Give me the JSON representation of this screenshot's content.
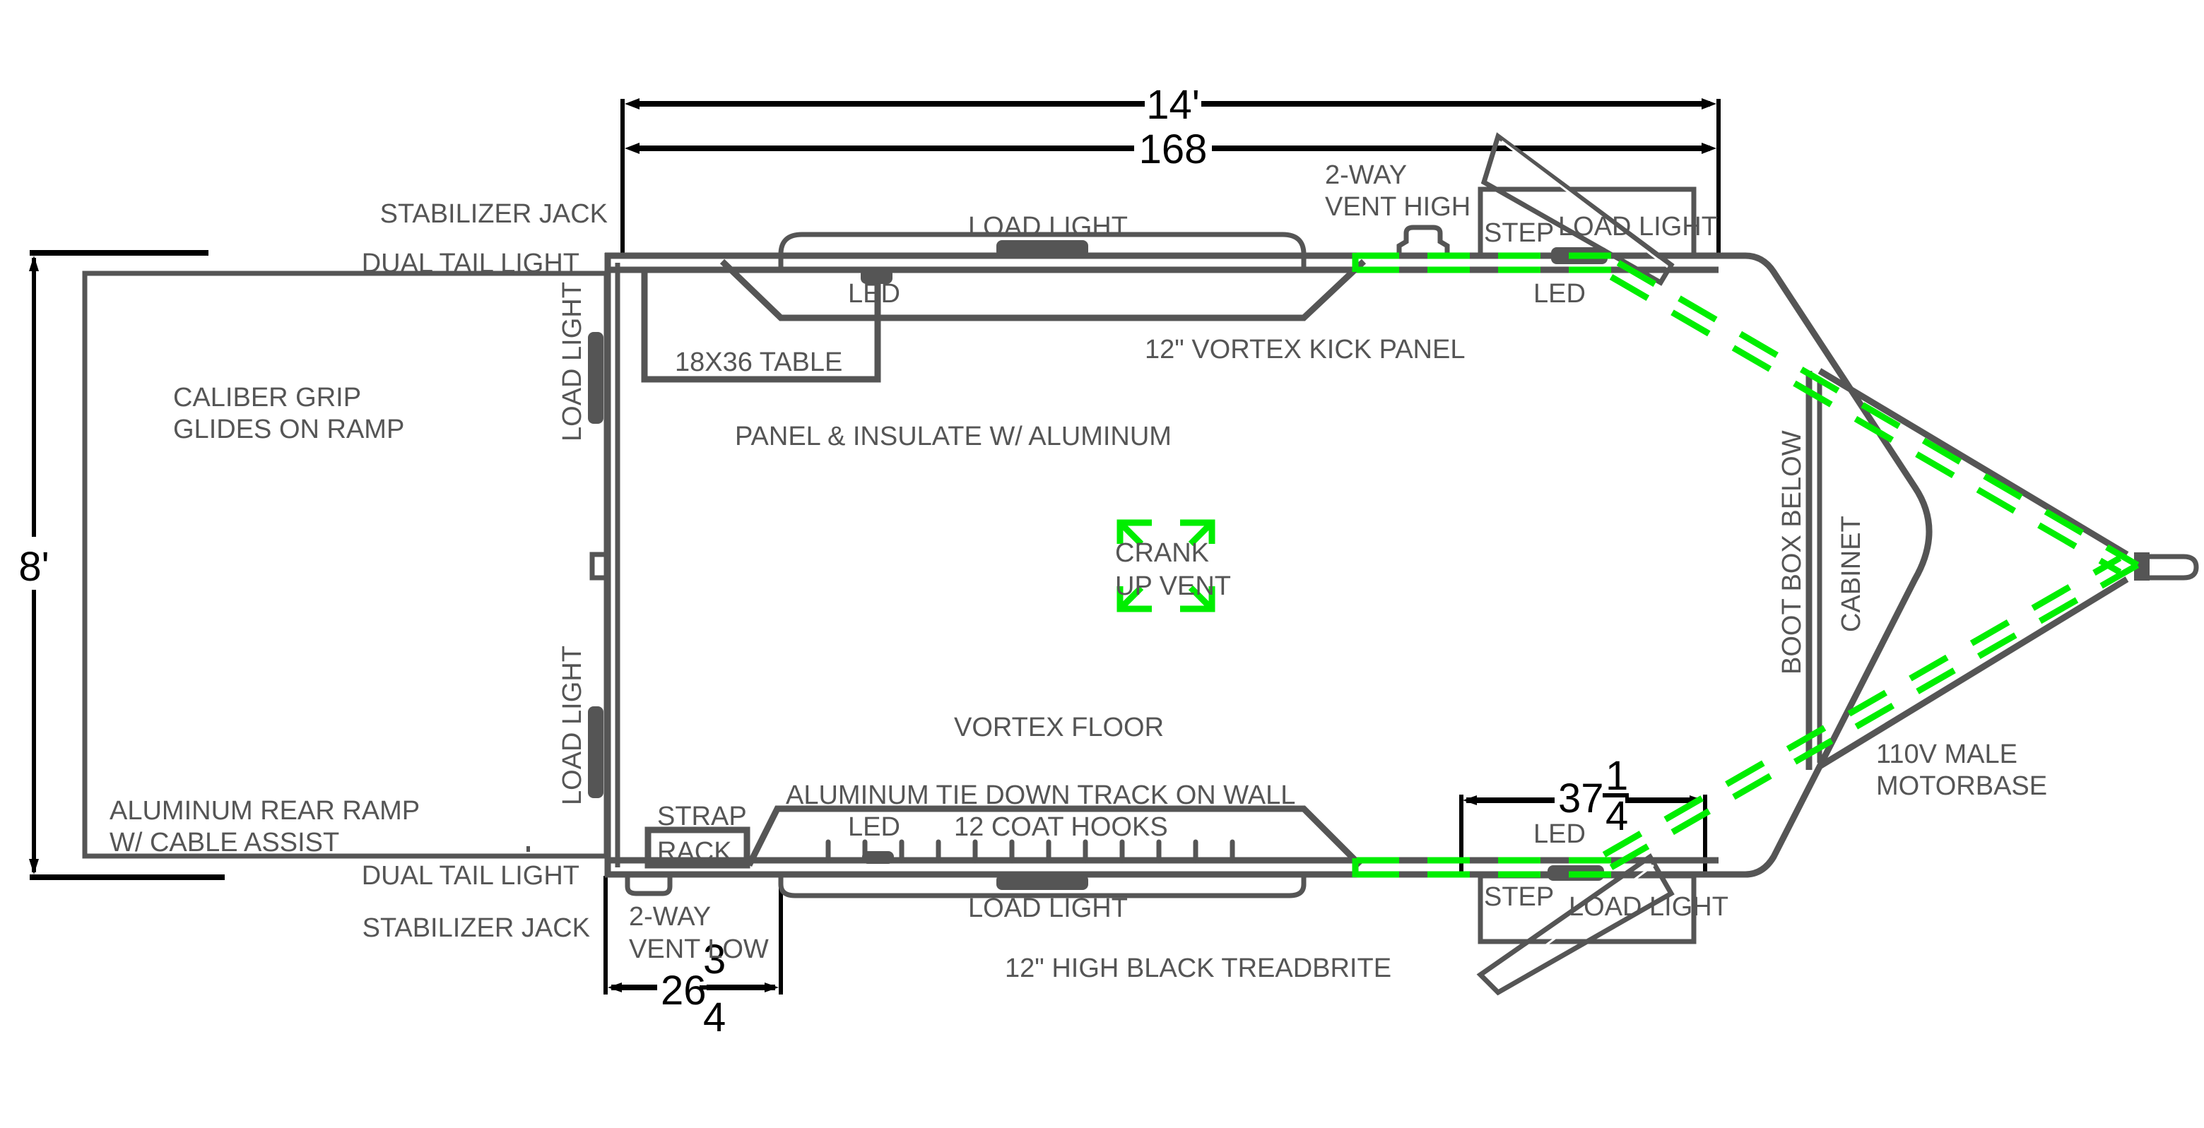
{
  "diagram": {
    "title": "Enclosed trailer floor plan",
    "colors": {
      "outline": "#555555",
      "dimension": "#000000",
      "wiring": "#00ee00",
      "background": "#ffffff"
    },
    "dimensions": {
      "overall_length_ft": "14'",
      "overall_length_in": "168",
      "width_ft": "8'",
      "rear_section_whole": "26",
      "rear_section_num": "3",
      "rear_section_den": "4",
      "step_section_whole": "37",
      "step_section_num": "1",
      "step_section_den": "4"
    },
    "labels": {
      "stabilizer_jack_top": "STABILIZER JACK",
      "dual_tail_light_top": "DUAL TAIL LIGHT",
      "caliber_grip_1": "CALIBER GRIP",
      "caliber_grip_2": "GLIDES ON RAMP",
      "load_light_rear_top": "LOAD LIGHT",
      "load_light_rear_bottom": "LOAD LIGHT",
      "aluminum_rear_ramp_1": "ALUMINUM REAR RAMP",
      "aluminum_rear_ramp_2": "W/ CABLE ASSIST",
      "dual_tail_light_bottom": "DUAL TAIL LIGHT",
      "stabilizer_jack_bottom": "STABILIZER JACK",
      "load_light_top": "LOAD LIGHT",
      "led_top_left": "LED",
      "table": "18X36 TABLE",
      "vent_high_1": "2-WAY",
      "vent_high_2": "VENT HIGH",
      "step_top": "STEP",
      "load_light_step_top": "LOAD LIGHT",
      "led_top_right": "LED",
      "kick_panel": "12\" VORTEX KICK PANEL",
      "panel_insulate": "PANEL & INSULATE W/ ALUMINUM",
      "crank_vent_1": "CRANK",
      "crank_vent_2": "UP VENT",
      "vortex_floor": "VORTEX FLOOR",
      "tie_down_track": "ALUMINUM TIE DOWN TRACK ON WALL",
      "coat_hooks": "12 COAT HOOKS",
      "led_bottom_left": "LED",
      "strap_rack_1": "STRAP",
      "strap_rack_2": "RACK",
      "load_light_bottom": "LOAD LIGHT",
      "vent_low_1": "2-WAY",
      "vent_low_2": "VENT LOW",
      "treadbrite": "12\" HIGH BLACK TREADBRITE",
      "led_bottom_right": "LED",
      "step_bottom": "STEP",
      "load_light_step_bottom": "LOAD LIGHT",
      "boot_box": "BOOT BOX BELOW",
      "cabinet": "CABINET",
      "motorbase_1": "110V MALE",
      "motorbase_2": "MOTORBASE"
    }
  }
}
